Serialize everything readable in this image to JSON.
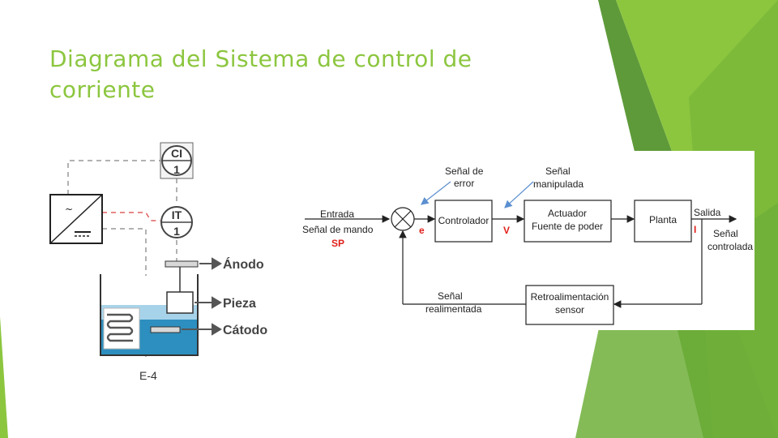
{
  "slide": {
    "title": "Diagrama del Sistema de control de corriente",
    "accent_color": "#8cc63f"
  },
  "left_diagram": {
    "ci": {
      "top": "CI",
      "bottom": "1"
    },
    "it": {
      "top": "IT",
      "bottom": "1"
    },
    "anodo": "Ánodo",
    "pieza": "Pieza",
    "catodo": "Cátodo",
    "tank_label": "E-4",
    "colors": {
      "dashed_line": "#999999",
      "red_dashed": "#e06060",
      "liquid": "#2d8fbf"
    }
  },
  "block_diagram": {
    "entrada": "Entrada",
    "senal_mando": "Señal de mando",
    "sp": "SP",
    "senal_error": [
      "Señal de",
      "error"
    ],
    "senal_manipulada": [
      "Señal",
      "manipulada"
    ],
    "controlador": "Controlador",
    "e": "e",
    "v": "V",
    "actuador": [
      "Actuador",
      "Fuente de poder"
    ],
    "planta": "Planta",
    "salida": "Salida",
    "i": "I",
    "senal_controlada": [
      "Señal",
      "controlada"
    ],
    "realimentada": [
      "Señal",
      "realimentada"
    ],
    "retro": [
      "Retroalimentación",
      "sensor"
    ],
    "colors": {
      "red_label": "#e0201a",
      "arrow_blue": "#5b8fd0"
    }
  }
}
